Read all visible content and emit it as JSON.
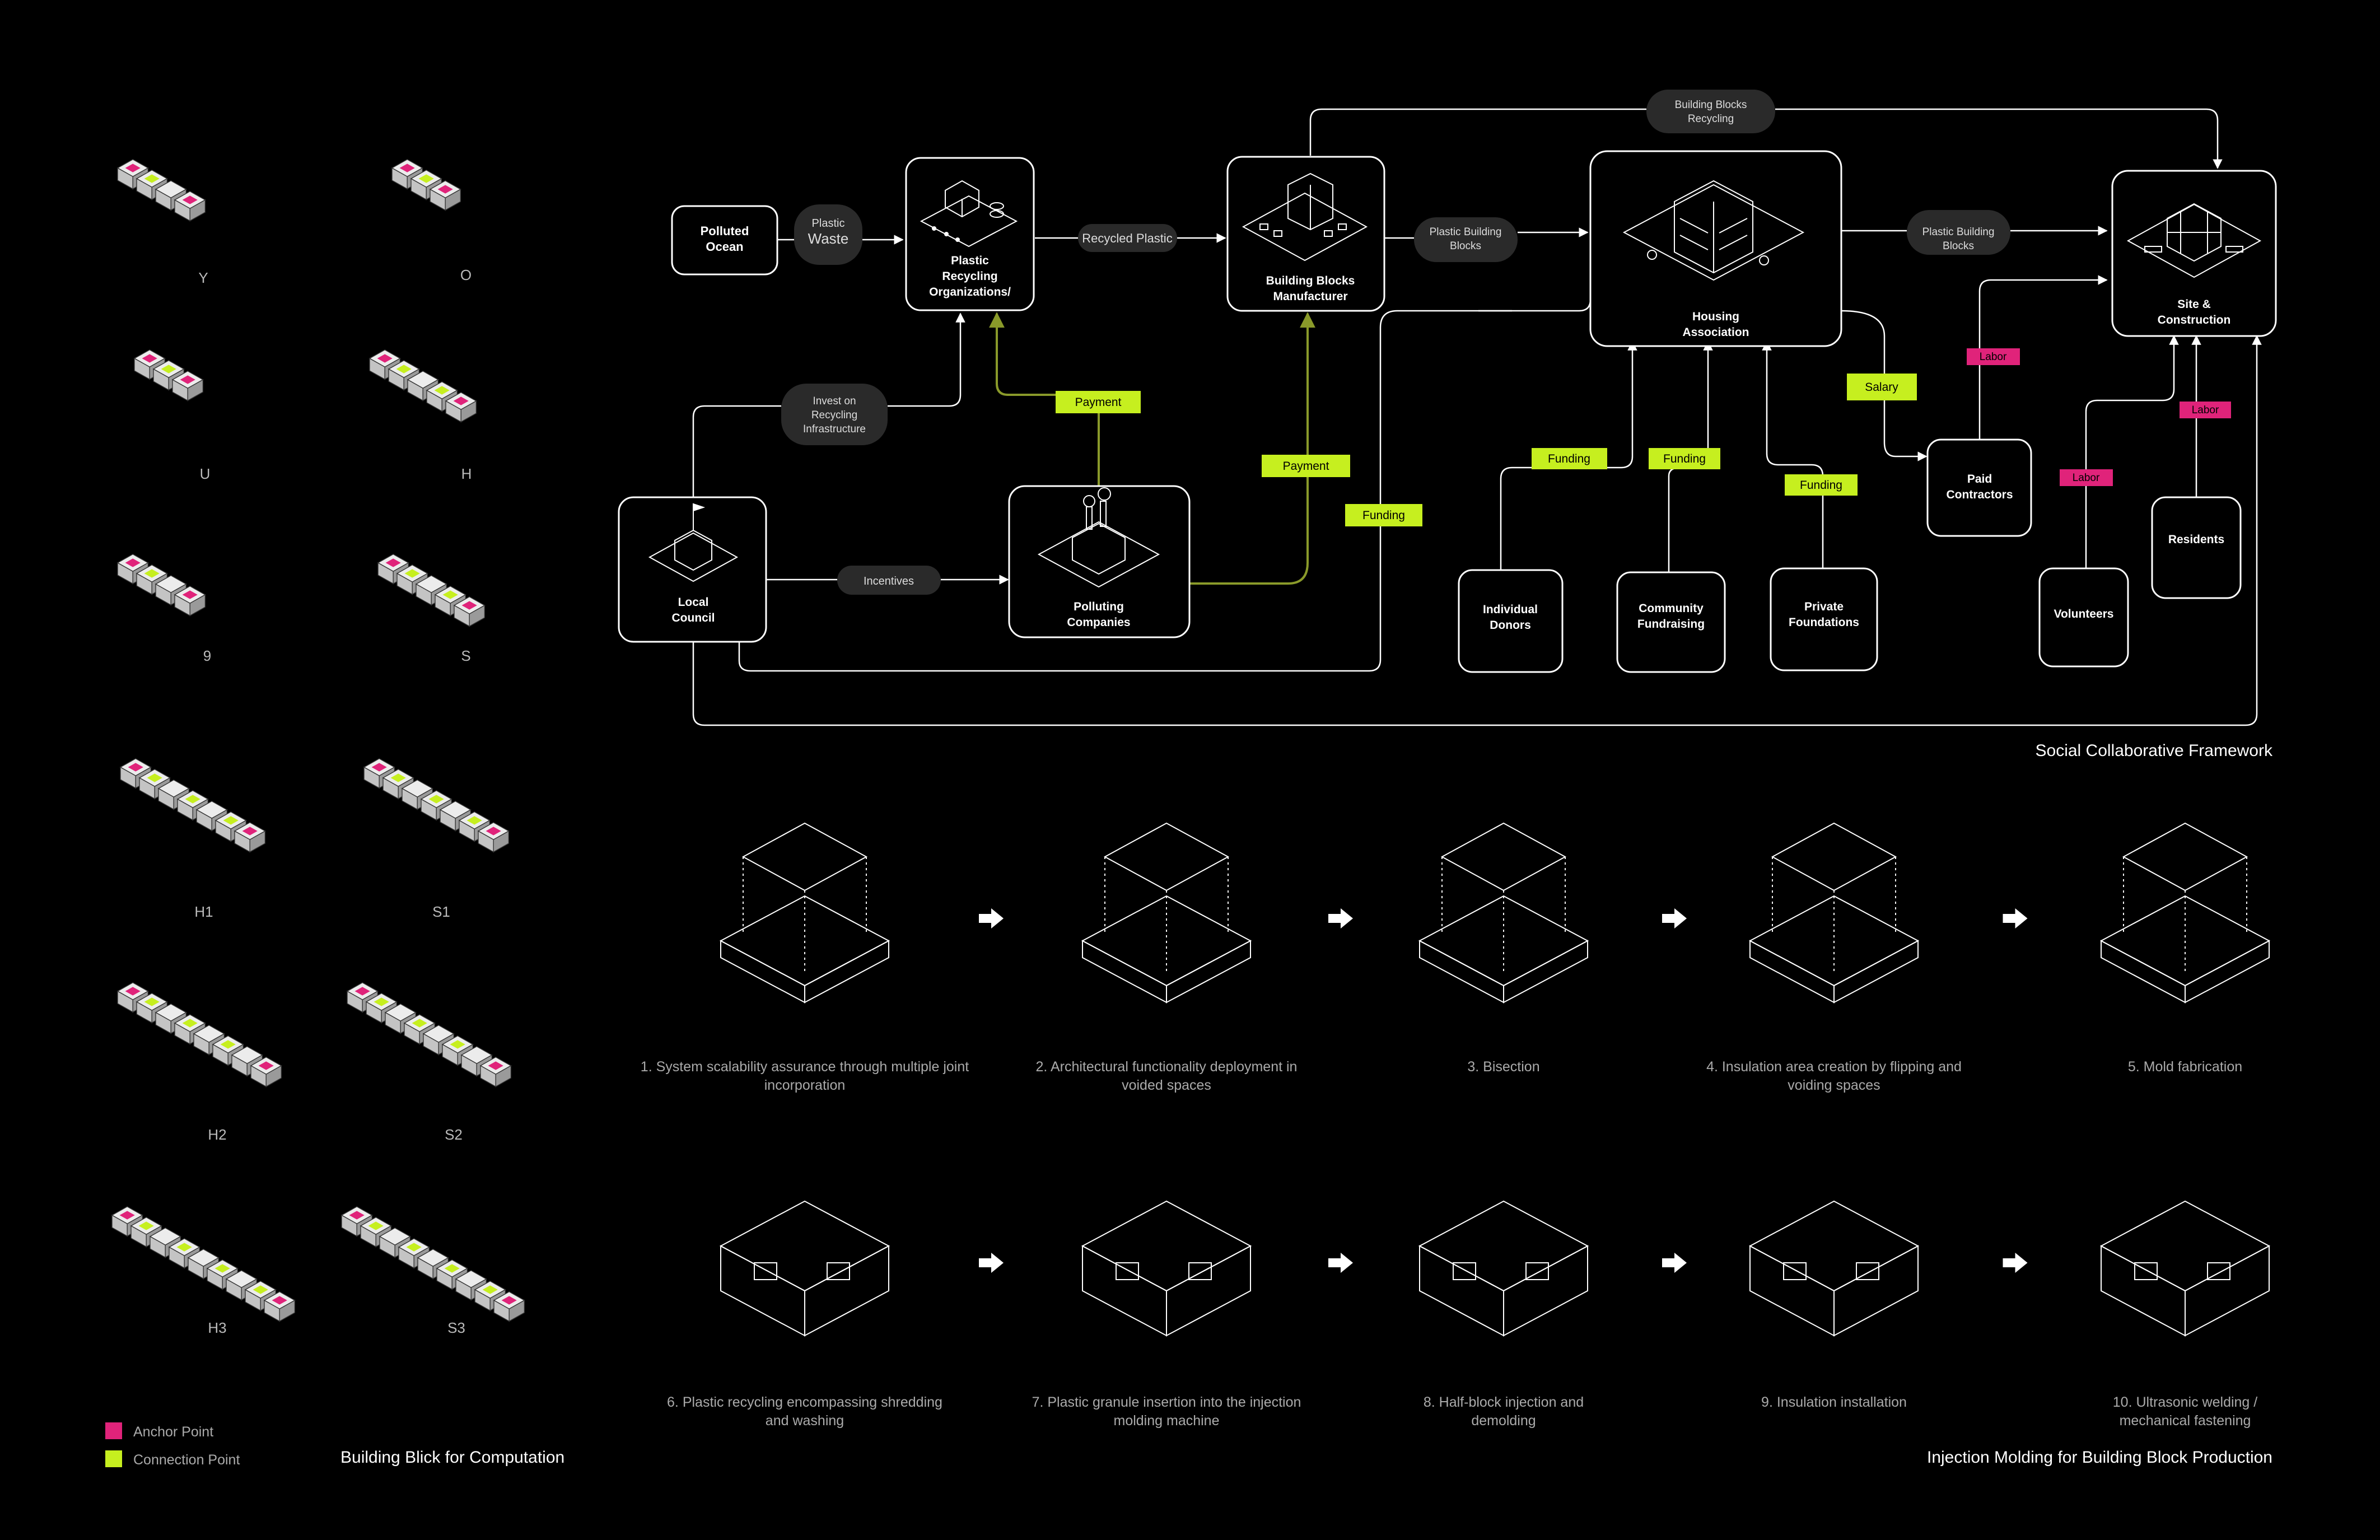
{
  "colors": {
    "background": "#000000",
    "line": "#ffffff",
    "payment_line": "#8a9a2a",
    "connection_point": "#c6ef1f",
    "anchor_point": "#e0237a",
    "node_fill": "#000000",
    "pill_fill": "#2a2a2a"
  },
  "sections": {
    "framework_title": "Social Collaborative Framework",
    "blocks_title": "Building Blick for Computation",
    "molding_title": "Injection Molding for Building Block Production"
  },
  "legend": {
    "anchor": "Anchor Point",
    "connection": "Connection Point"
  },
  "block_labels": [
    "Y",
    "O",
    "U",
    "H",
    "9",
    "S",
    "H1",
    "S1",
    "H2",
    "S2",
    "H3",
    "S3"
  ],
  "nodes": {
    "polluted_ocean": [
      "Polluted",
      "Ocean"
    ],
    "recycling_org": [
      "Plastic",
      "Recycling",
      "Organizations/"
    ],
    "manufacturer": [
      "Building Blocks",
      "Manufacturer"
    ],
    "housing": [
      "Housing",
      "Association"
    ],
    "site": [
      "Site &",
      "Construction"
    ],
    "local_council": [
      "Local",
      "Council"
    ],
    "polluting": [
      "Polluting",
      "Companies"
    ],
    "donors": [
      "Individual",
      "Donors"
    ],
    "community": [
      "Community",
      "Fundraising"
    ],
    "foundations": [
      "Private",
      "Foundations"
    ],
    "contractors": [
      "Paid",
      "Contractors"
    ],
    "volunteers": [
      "Volunteers"
    ],
    "residents": [
      "Residents"
    ]
  },
  "pills": {
    "plastic_waste": [
      "Plastic",
      "Waste"
    ],
    "recycled_plastic": [
      "Recycled Plastic"
    ],
    "plastic_blocks_1": [
      "Plastic Building",
      "Blocks"
    ],
    "plastic_blocks_2": [
      "Plastic Building",
      "Blocks"
    ],
    "blocks_recycling": [
      "Building Blocks",
      "Recycling"
    ],
    "invest": [
      "Invest on",
      "Recycling",
      "Infrastructure"
    ],
    "incentives": [
      "Incentives"
    ]
  },
  "tags": {
    "payment_1": "Payment",
    "payment_2": "Payment",
    "funding_1": "Funding",
    "funding_2": "Funding",
    "funding_3": "Funding",
    "funding_4": "Funding",
    "salary": "Salary",
    "labor_1": "Labor",
    "labor_2": "Labor",
    "labor_3": "Labor"
  },
  "steps": [
    [
      "1. System scalability assurance through multiple joint",
      "incorporation"
    ],
    [
      "2. Architectural functionality deployment in",
      "voided spaces"
    ],
    [
      "3. Bisection"
    ],
    [
      "4. Insulation area creation by flipping and",
      "voiding spaces"
    ],
    [
      "5. Mold fabrication"
    ],
    [
      "6. Plastic recycling encompassing shredding",
      "and washing"
    ],
    [
      "7. Plastic granule insertion into the injection",
      "molding machine"
    ],
    [
      "8. Half-block injection and",
      "demolding"
    ],
    [
      "9. Insulation installation"
    ],
    [
      "10. Ultrasonic welding /",
      "mechanical fastening"
    ]
  ]
}
